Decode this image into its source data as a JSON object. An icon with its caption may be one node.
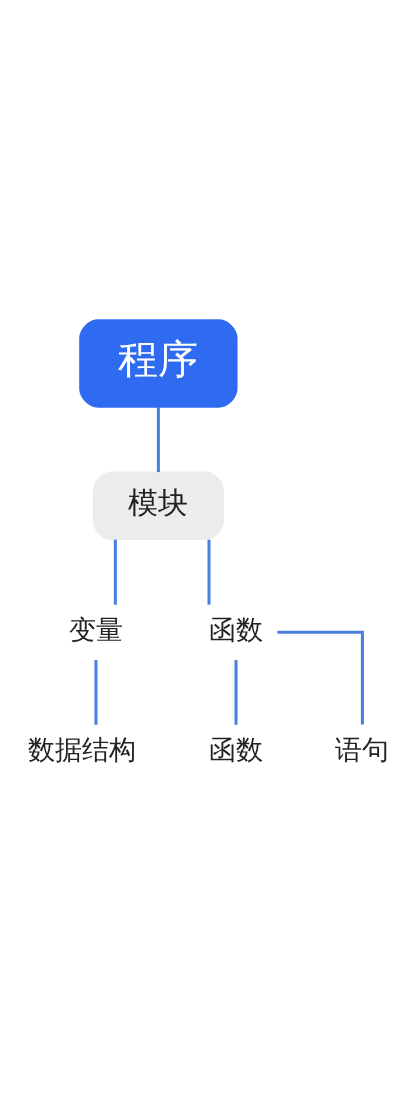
{
  "diagram": {
    "nodes": [
      {
        "text": [
          "程序"
        ]
      },
      {
        "text": [
          "模块"
        ]
      },
      {
        "text": [
          "变量"
        ]
      },
      {
        "text": [
          "数据结构"
        ]
      },
      {
        "text": [
          "函数"
        ]
      },
      {
        "text": [
          "函数"
        ]
      },
      {
        "text": [
          "语句"
        ]
      }
    ],
    "edges": [
      {
        "from": 0,
        "to": 1,
        "arrow": "none"
      },
      {
        "from": 1,
        "to": 2,
        "arrow": "none"
      },
      {
        "from": 2,
        "to": 3,
        "arrow": "none"
      },
      {
        "from": 1,
        "to": 4,
        "arrow": "none"
      },
      {
        "from": 4,
        "to": 5,
        "arrow": "none"
      },
      {
        "from": 4,
        "to": 6,
        "arrow": "none"
      }
    ]
  }
}
